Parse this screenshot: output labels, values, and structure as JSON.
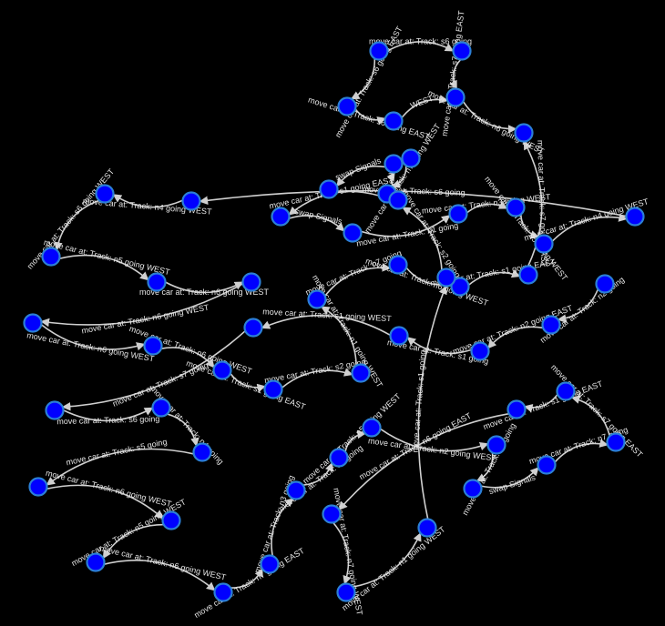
{
  "graph": {
    "background": "#000000",
    "node_fill": "#0000ff",
    "node_stroke": "#2b7fd6",
    "edge_color": "#cfcfcf",
    "label_color": "#e6e6e6",
    "nodes": [
      "n1",
      "n2",
      "n3",
      "n4",
      "n5",
      "n6",
      "n7",
      "n8",
      "n9",
      "n10",
      "n11",
      "n12",
      "n13",
      "n14",
      "n15",
      "n16",
      "n17",
      "n18",
      "n19",
      "n20",
      "n21",
      "n22",
      "n23",
      "n24",
      "n25",
      "n26",
      "n27",
      "n28",
      "n29",
      "n30",
      "n31",
      "n32",
      "n33",
      "n34",
      "n35",
      "n36",
      "n37",
      "n38",
      "n39",
      "n40",
      "n41",
      "n42",
      "n43",
      "n44",
      "n45",
      "n46",
      "n47",
      "n48",
      "n49",
      "n50",
      "n51",
      "n52",
      "n53",
      "n54",
      "n55",
      "n56",
      "n57"
    ],
    "edges": [
      {
        "from": "n1",
        "to": "n2",
        "label": "move car at: Track: s6 going"
      },
      {
        "from": "n2",
        "to": "n5",
        "label": "move car at: Track: s7 going EAST"
      },
      {
        "from": "n1",
        "to": "n3",
        "label": "move car at: Track: s6 going EAST"
      },
      {
        "from": "n3",
        "to": "n4",
        "label": "move car at: Track: s6 going EAST"
      },
      {
        "from": "n4",
        "to": "n5",
        "label": "WEST"
      },
      {
        "from": "n5",
        "to": "n6",
        "label": "move car at: Track: n6 going WEST"
      },
      {
        "from": "n7",
        "to": "n8",
        "label": "move car at: Track: n7 going WEST"
      },
      {
        "from": "n8",
        "to": "n10",
        "label": "move car at: Track: s1 going EAST"
      },
      {
        "from": "n10",
        "to": "n11",
        "label": "swap Signals"
      },
      {
        "from": "n11",
        "to": "n12",
        "label": "move car at: Track: n1 going"
      },
      {
        "from": "n12",
        "to": "n13",
        "label": "move car at: Track: n3 going WEST"
      },
      {
        "from": "n13",
        "to": "n14",
        "label": "move car at: Track: n5 going WEST"
      },
      {
        "from": "n14",
        "to": "n15",
        "label": "move car at: Track: n4 going WEST"
      },
      {
        "from": "n15",
        "to": "n16",
        "label": "move car at: Track: s6 going"
      },
      {
        "from": "n16",
        "to": "n17",
        "label": "move car at: Track: n4 going WEST"
      },
      {
        "from": "n17",
        "to": "n18",
        "label": "move car at: Track: s6 going WEST"
      },
      {
        "from": "n18",
        "to": "n19",
        "label": "move car at: Track: n5 going WEST"
      },
      {
        "from": "n19",
        "to": "n20",
        "label": "move car at: Track: n6 going WEST"
      },
      {
        "from": "n20",
        "to": "n21",
        "label": "move car at: Track: n6 going WEST"
      },
      {
        "from": "n21",
        "to": "n22",
        "label": "move car at: Track: n6 going WEST"
      },
      {
        "from": "n22",
        "to": "n23",
        "label": "move car at: Track: n6 going WEST"
      },
      {
        "from": "n23",
        "to": "n24",
        "label": "move car at: Track: s1 going EAST"
      },
      {
        "from": "n24",
        "to": "n25",
        "label": "move car at: Track: s2 going"
      },
      {
        "from": "n25",
        "to": "n26",
        "label": "move car at: Track: n1 going WEST"
      },
      {
        "from": "n26",
        "to": "n27",
        "label": "move car at: Track: n7 going"
      },
      {
        "from": "n27",
        "to": "n28",
        "label": "move car at: Track: n6 going WEST"
      },
      {
        "from": "n28",
        "to": "n29",
        "label": "move car at: Track: s1 going EAST"
      },
      {
        "from": "n29",
        "to": "n6",
        "label": "move car at: Track: s7 going EAST"
      },
      {
        "from": "n30",
        "to": "n31",
        "label": "move car at: Track: n2 going"
      },
      {
        "from": "n31",
        "to": "n32",
        "label": "move car at: Track: n2 going EAST"
      },
      {
        "from": "n32",
        "to": "n33",
        "label": "move car at: Track: s1 going"
      },
      {
        "from": "n33",
        "to": "n34",
        "label": "move car at: Track: s1 going WEST"
      },
      {
        "from": "n34",
        "to": "n35",
        "label": "move car at: Track: s7 going"
      },
      {
        "from": "n35",
        "to": "n36",
        "label": "move car at: Track: s6 going"
      },
      {
        "from": "n36",
        "to": "n37",
        "label": "move car at: Track: n4 going"
      },
      {
        "from": "n37",
        "to": "n38",
        "label": "move car at: Track: s5 going"
      },
      {
        "from": "n38",
        "to": "n39",
        "label": "move car at: Track: n6 going WEST"
      },
      {
        "from": "n39",
        "to": "n40",
        "label": "move car at: Track: n5 going WEST"
      },
      {
        "from": "n40",
        "to": "n41",
        "label": "move car at: Track: n6 going WEST"
      },
      {
        "from": "n41",
        "to": "n42",
        "label": "move car at: Track: n7 going EAST"
      },
      {
        "from": "n42",
        "to": "n43",
        "label": "move car at: Track: n3 going"
      },
      {
        "from": "n43",
        "to": "n44",
        "label": "move car at: Track: n4 going"
      },
      {
        "from": "n44",
        "to": "n45",
        "label": "move car at: Track: n5 going WEST"
      },
      {
        "from": "n45",
        "to": "n46",
        "label": "move car at: Track: n2 going WEST"
      },
      {
        "from": "n46",
        "to": "n47",
        "label": "move car at: Track: n1 going"
      },
      {
        "from": "n47",
        "to": "n48",
        "label": "swap Signals"
      },
      {
        "from": "n48",
        "to": "n49",
        "label": "move car at: Track: n7 going"
      },
      {
        "from": "n49",
        "to": "n50",
        "label": "move car at: Track: s7 going EAST"
      },
      {
        "from": "n50",
        "to": "n51",
        "label": "move car at: Track: s1 going EAST"
      },
      {
        "from": "n51",
        "to": "n52",
        "label": "move car at: Track: n6 going EAST"
      },
      {
        "from": "n52",
        "to": "n53",
        "label": "move car at: Track: n7 going WEST"
      },
      {
        "from": "n53",
        "to": "n54",
        "label": "move car at: Track: n1 going WEST"
      },
      {
        "from": "n54",
        "to": "n55",
        "label": "move car at: Track: s1 going"
      },
      {
        "from": "n55",
        "to": "n56",
        "label": "move car at: Track: s2 going"
      },
      {
        "from": "n56",
        "to": "n57",
        "label": "move"
      },
      {
        "from": "n57",
        "to": "n9",
        "label": "swap Signals"
      }
    ]
  }
}
